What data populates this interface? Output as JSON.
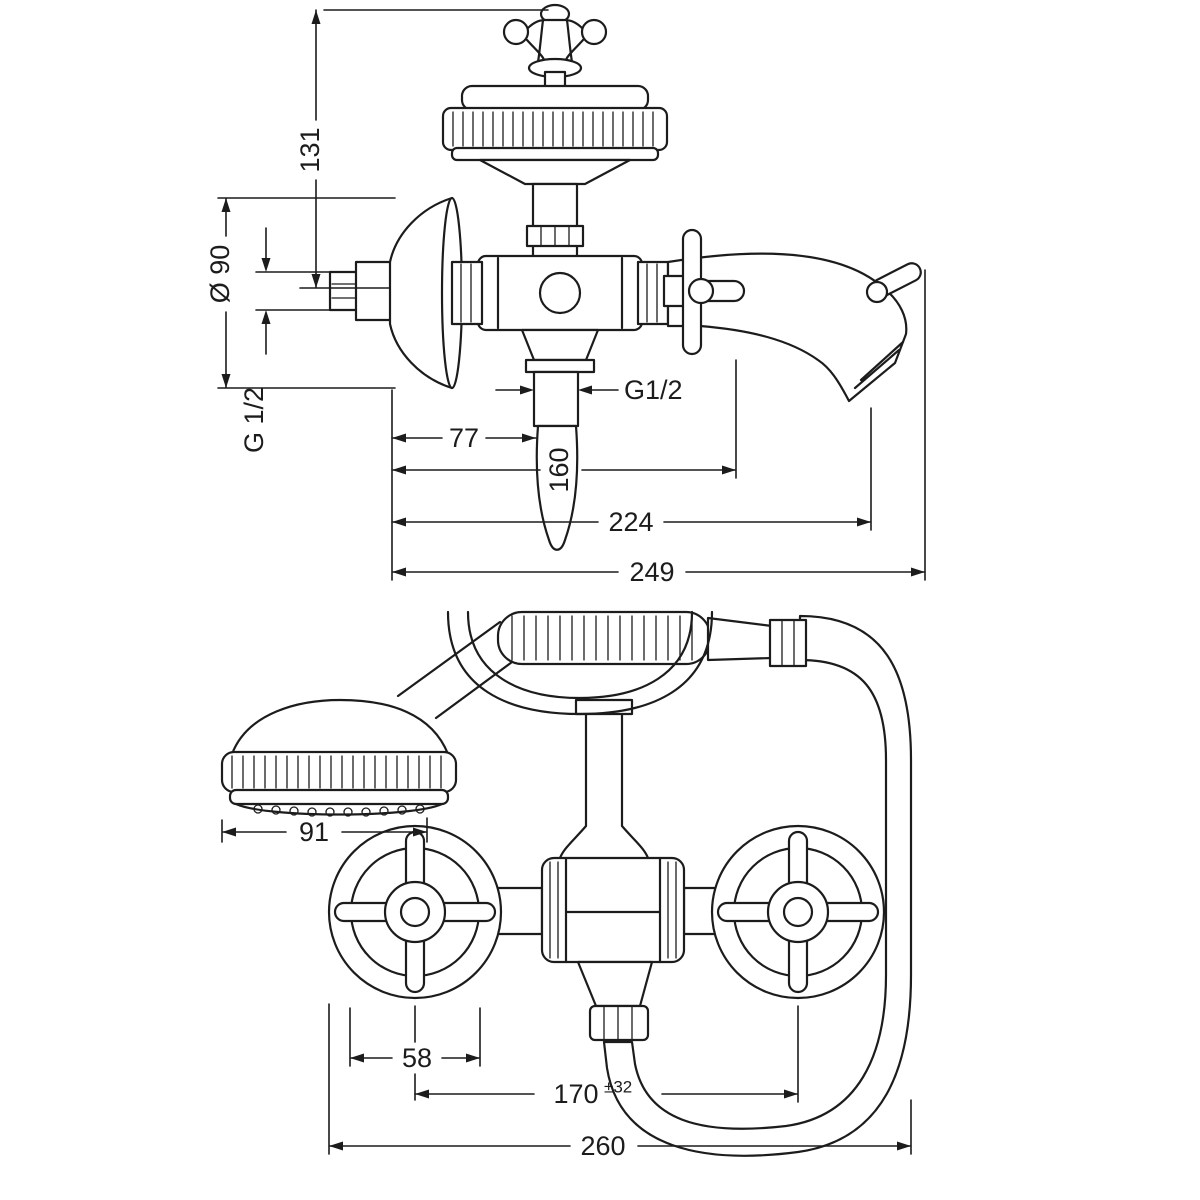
{
  "colors": {
    "ink": "#1c1c1c",
    "background": "#ffffff"
  },
  "side_view": {
    "dim_height": "131",
    "dim_diameter": "Ø 90",
    "dim_thread_wall": "G 1/2",
    "dim_thread_shower": "G1/2",
    "dim_wall_to_holder": "77",
    "dim_wall_to_handle": "160",
    "dim_wall_to_spout": "224",
    "dim_total_reach": "249"
  },
  "front_view": {
    "dim_handshower_width": "91",
    "dim_handle_width": "58",
    "dim_centers": "170",
    "dim_centers_tolerance": "±32",
    "dim_total_width": "260"
  }
}
